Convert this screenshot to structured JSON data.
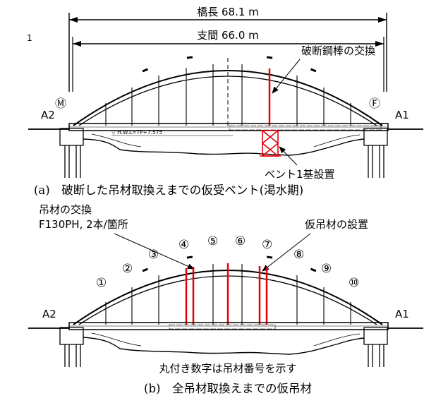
{
  "page": {
    "page_number": "1"
  },
  "figure_a": {
    "bridge_length_label": "橋長 68.1 m",
    "span_label": "支間 66.0 m",
    "broken_bar_label": "破断鋼棒の交換",
    "bent_label": "ベント1基設置",
    "left_abutment": "A2",
    "right_abutment": "A1",
    "left_bearing": "Ⓜ",
    "right_bearing": "Ⓕ",
    "water_level": "▽ H.W.L=TP+7.575",
    "caption": "(a)　破断した吊材取換えまでの仮受ベント(渇水期)"
  },
  "figure_b": {
    "replace_title": "吊材の交換",
    "replace_spec": "F130PH, 2本/箇所",
    "temp_label": "仮吊材の設置",
    "left_abutment": "A2",
    "right_abutment": "A1",
    "hanger_numbers": [
      "①",
      "②",
      "③",
      "④",
      "⑤",
      "⑥",
      "⑦",
      "⑧",
      "⑨",
      "⑩"
    ],
    "note": "丸付き数字は吊材番号を示す",
    "caption": "(b)　全吊材取換えまでの仮吊材"
  },
  "colors": {
    "highlight": "#e8000b",
    "line": "#000000"
  }
}
